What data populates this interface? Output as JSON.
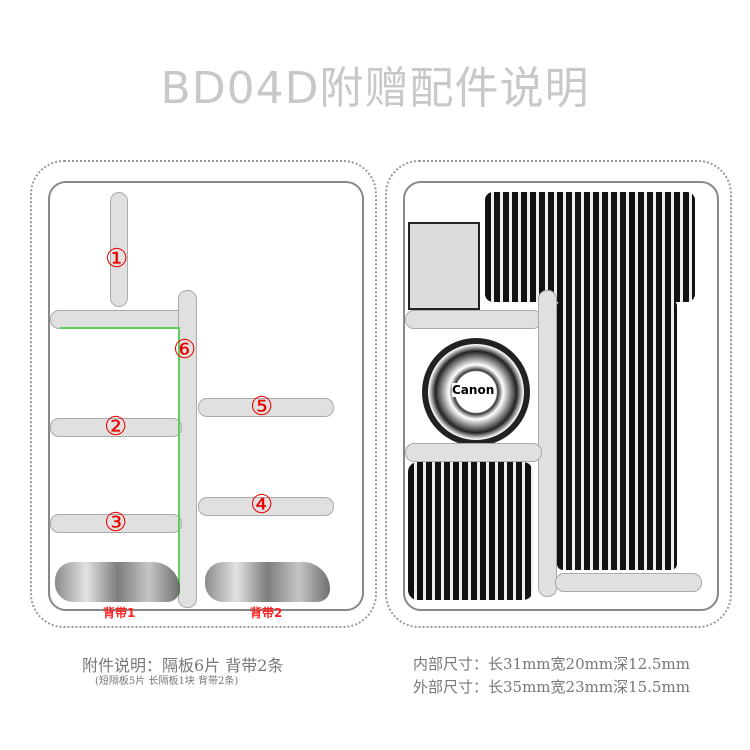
{
  "title": "BD04D附赠配件说明",
  "left": {
    "numbers": [
      "①",
      "②",
      "③",
      "④",
      "⑤",
      "⑥"
    ],
    "straps": [
      "背带1",
      "背带2"
    ],
    "caption": "附件说明：隔板6片 背带2条",
    "subcaption": "(短隔板5片 长隔板1块 背带2条)"
  },
  "right": {
    "inner": "内部尺寸：长31mm宽20mm深12.5mm",
    "outer": "外部尺寸：长35mm宽23mm深15.5mm",
    "lens_cap_text": "Canon"
  },
  "colors": {
    "number": "#e00000",
    "guide": "#5fcf5f"
  }
}
